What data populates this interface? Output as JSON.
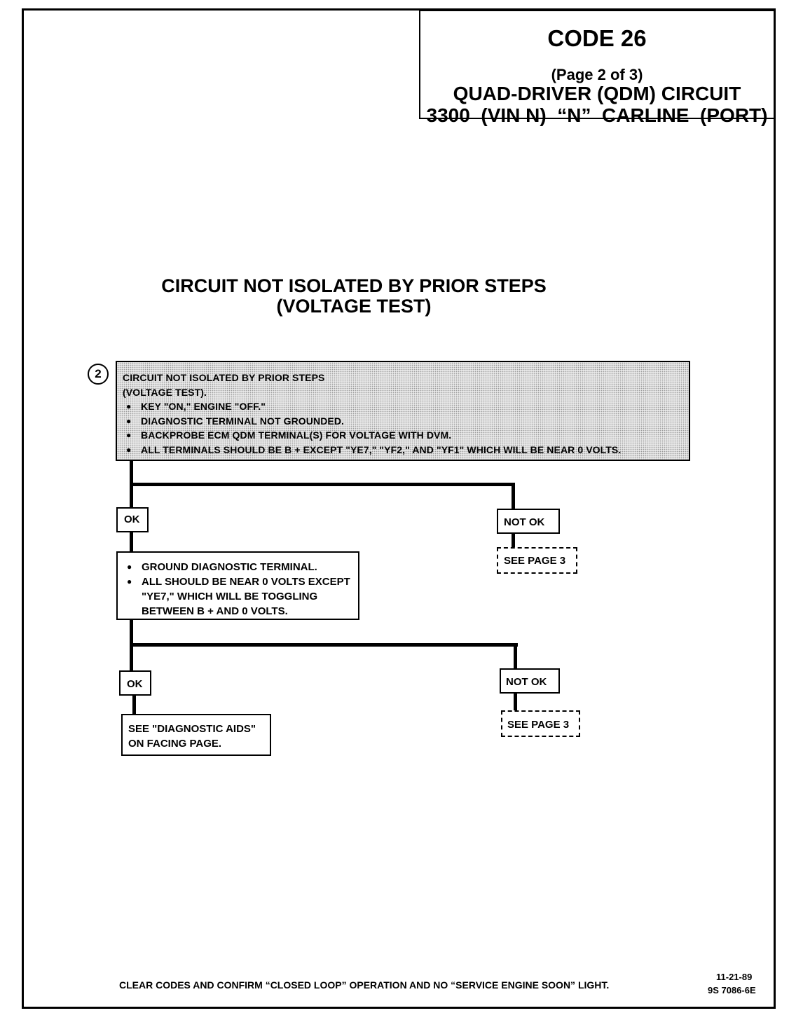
{
  "title": {
    "code": "CODE 26",
    "page": "(Page 2 of 3)",
    "line1": "QUAD-DRIVER (QDM) CIRCUIT",
    "line2": "3300  (VIN N)  “N”  CARLINE  (PORT)"
  },
  "heading": {
    "line1": "CIRCUIT NOT ISOLATED BY PRIOR STEPS",
    "line2": "(VOLTAGE TEST)"
  },
  "step": {
    "number": "2",
    "lines": [
      "CIRCUIT NOT ISOLATED BY PRIOR STEPS",
      "(VOLTAGE TEST)."
    ],
    "bullets": [
      "KEY \"ON,\" ENGINE \"OFF.\"",
      "DIAGNOSTIC TERMINAL NOT GROUNDED.",
      "BACKPROBE ECM QDM TERMINAL(S) FOR VOLTAGE WITH DVM.",
      "ALL TERMINALS SHOULD BE B +  EXCEPT \"YE7,\" \"YF2,\" AND \"YF1\" WHICH WILL BE NEAR  0  VOLTS."
    ]
  },
  "branch1": {
    "ok": "OK",
    "not_ok": "NOT OK",
    "see_page": "SEE PAGE 3"
  },
  "ground_box": {
    "bullets": [
      "GROUND DIAGNOSTIC TERMINAL.",
      "ALL SHOULD BE NEAR 0 VOLTS EXCEPT"
    ],
    "continuation": [
      "\"YE7,\" WHICH WILL BE TOGGLING",
      "BETWEEN B +  AND 0 VOLTS."
    ]
  },
  "branch2": {
    "ok": "OK",
    "not_ok": "NOT OK",
    "see_page": "SEE PAGE 3"
  },
  "diagnostic_aids": {
    "line1": "SEE \"DIAGNOSTIC AIDS\"",
    "line2": "ON FACING PAGE."
  },
  "footer": {
    "text": "CLEAR CODES AND CONFIRM “CLOSED LOOP”  OPERATION AND NO “SERVICE ENGINE SOON” LIGHT.",
    "date": "11-21-89",
    "doc_number": "9S 7086-6E"
  }
}
